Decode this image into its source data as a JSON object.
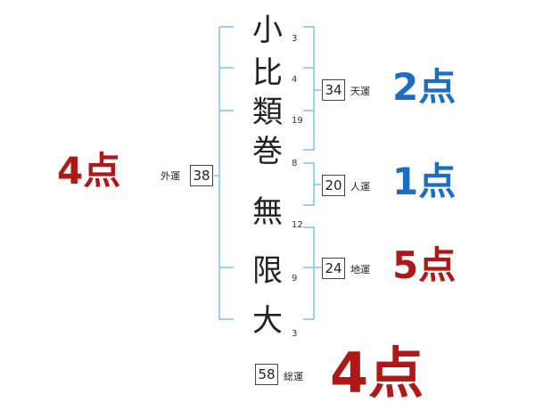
{
  "name_chars": [
    {
      "char": "小",
      "strokes": "3"
    },
    {
      "char": "比",
      "strokes": "4"
    },
    {
      "char": "類",
      "strokes": "19"
    },
    {
      "char": "巻",
      "strokes": "8"
    },
    {
      "char": "無",
      "strokes": "12"
    },
    {
      "char": "限",
      "strokes": "9"
    },
    {
      "char": "大",
      "strokes": "3"
    }
  ],
  "fortunes": {
    "tenkaku": {
      "label": "天運",
      "value": "34",
      "score": "2点"
    },
    "jinkaku": {
      "label": "人運",
      "value": "20",
      "score": "1点"
    },
    "chikaku": {
      "label": "地運",
      "value": "24",
      "score": "5点"
    },
    "gaikaku": {
      "label": "外運",
      "value": "38",
      "score": "4点"
    },
    "soukaku": {
      "label": "総運",
      "value": "58",
      "score": "4点"
    }
  },
  "colors": {
    "bracket": "#7fc4e8",
    "score_blue": "#1a6fc4",
    "score_red": "#b01818"
  }
}
